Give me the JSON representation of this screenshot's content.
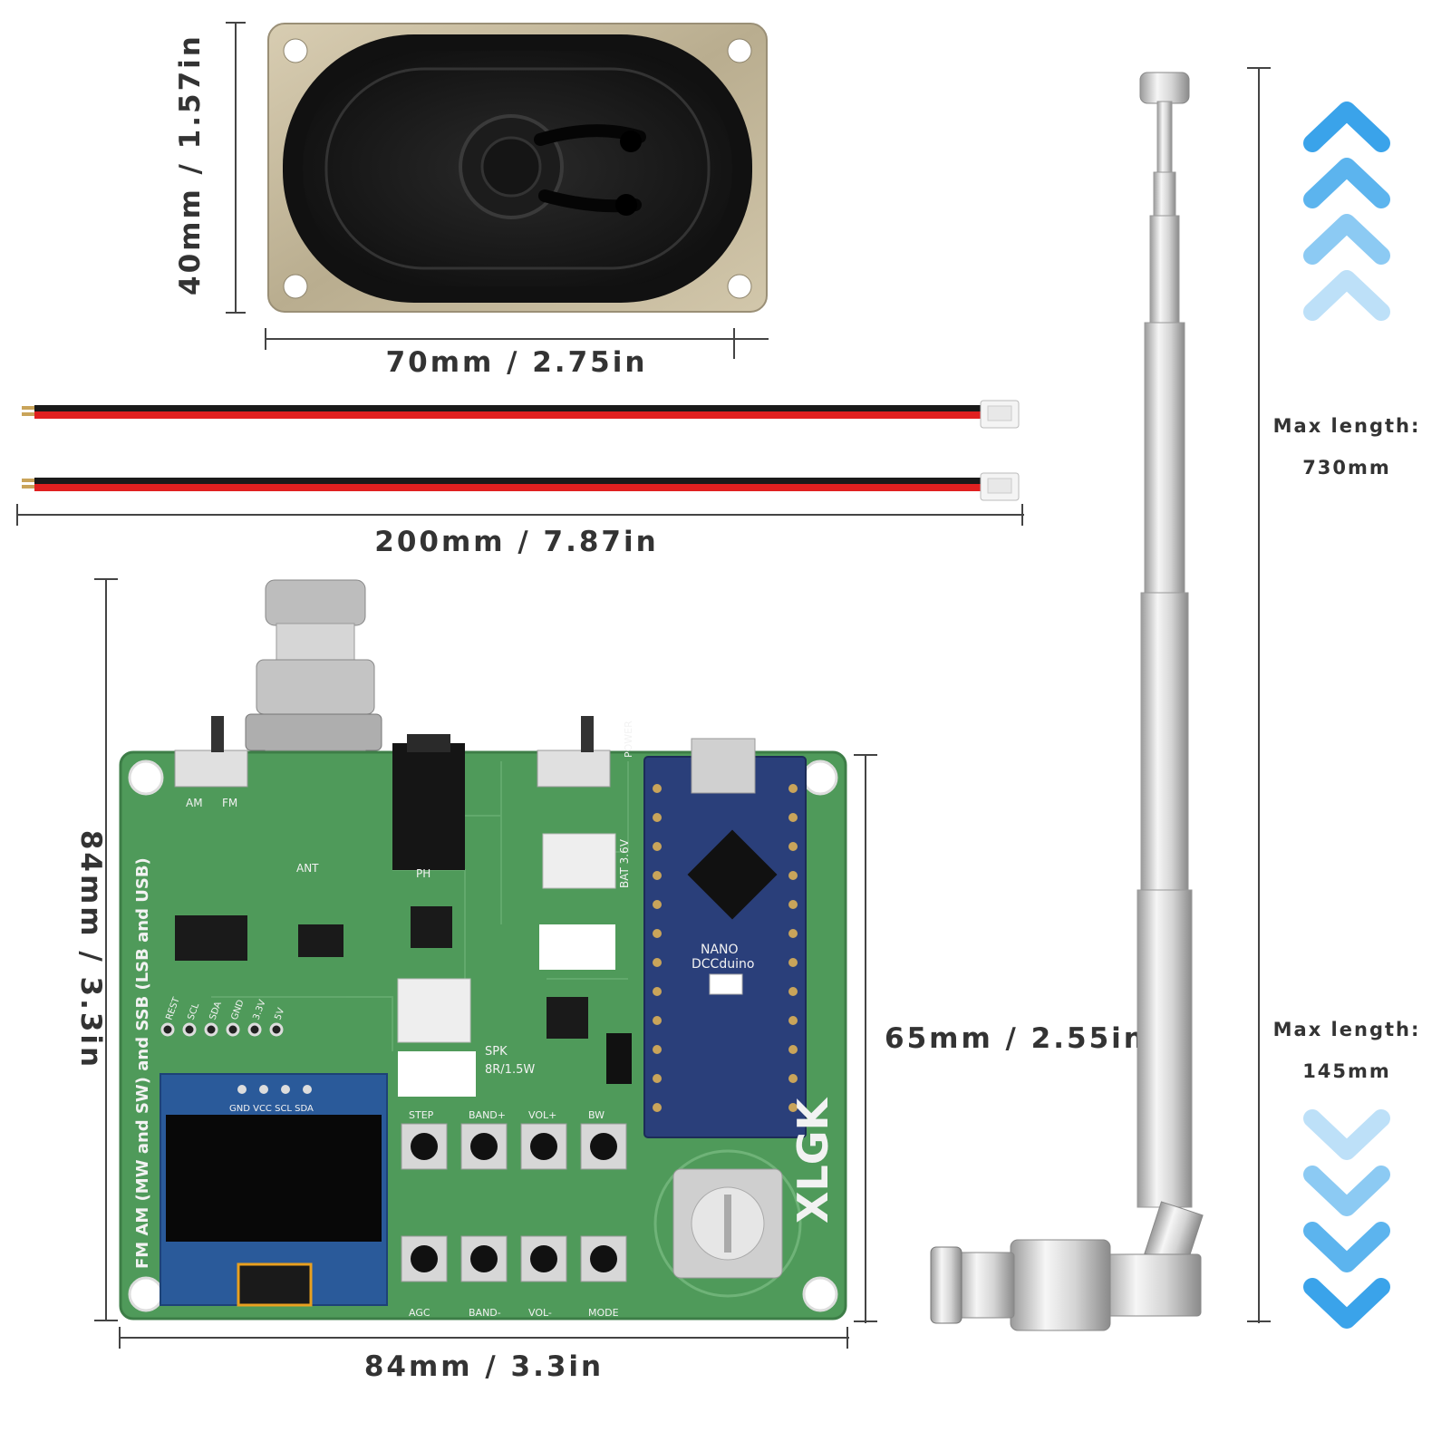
{
  "dimensions": {
    "speaker_height": "40mm / 1.57in",
    "speaker_width": "70mm / 2.75in",
    "cable_length": "200mm / 7.87in",
    "board_height_left": "84mm / 3.3in",
    "board_width": "84mm / 3.3in",
    "board_height_right": "65mm / 2.55in"
  },
  "antenna": {
    "max_label_1": "Max length:",
    "max_value_1": "730mm",
    "max_label_2": "Max length:",
    "max_value_2": "145mm"
  },
  "pcb": {
    "side_text": "FM AM (MW and SW) and SSB (LSB and USB)",
    "brand": "XLGK",
    "ant": "ANT",
    "am": "AM",
    "fm": "FM",
    "ph": "PH",
    "power": "POWER",
    "bat": "BAT 3.6V",
    "spk": "SPK",
    "spk_spec": "8R/1.5W",
    "nano": "NANO",
    "nano_sub": "DCCduino",
    "oled_pins": "GND VCC SCL SDA",
    "pins": [
      "REST",
      "SCL",
      "SDA",
      "GND",
      "3.3V",
      "5V"
    ],
    "buttons_top": [
      "STEP",
      "BAND+",
      "VOL+",
      "BW"
    ],
    "buttons_bottom": [
      "AGC",
      "BAND-",
      "VOL-",
      "MODE"
    ]
  },
  "colors": {
    "pcb_green": "#4f9a5a",
    "arrow_blue": "#3aa3ea",
    "nano_blue": "#2a3f7a"
  }
}
